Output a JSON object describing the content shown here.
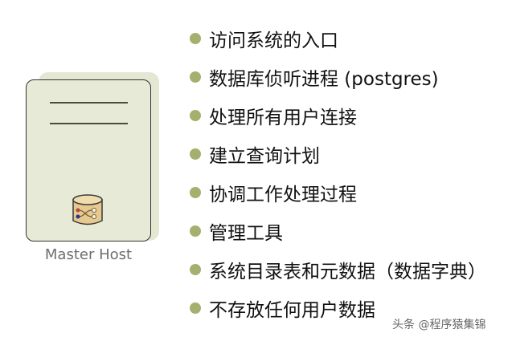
{
  "host": {
    "label": "Master Host",
    "icon": "database-icon",
    "colors": {
      "card": "#e6ead6",
      "shadow": "#e4e8d2",
      "border": "#333333"
    }
  },
  "bullets": {
    "color": "#a4b06e",
    "items": [
      "访问系统的入口",
      "数据库侦听进程 (postgres)",
      "处理所有用户连接",
      "建立查询计划",
      "协调工作处理过程",
      "管理工具",
      "系统目录表和元数据（数据字典）",
      "不存放任何用户数据"
    ]
  },
  "watermark": "头条 @程序猿集锦"
}
